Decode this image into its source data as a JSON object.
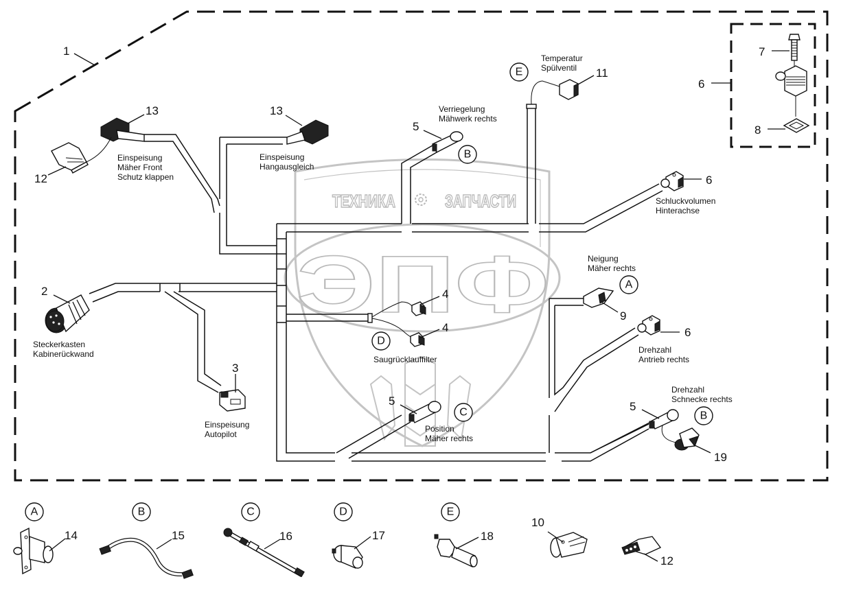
{
  "diagram": {
    "title_ref": "1",
    "watermark": {
      "top_left": "ТЕХНИКА",
      "top_right": "ЗАПЧАСТИ",
      "big": "ЭПФ",
      "color": "#b9b9b9"
    },
    "callouts": [
      {
        "id": "c1",
        "num": "1"
      },
      {
        "id": "c13a",
        "num": "13"
      },
      {
        "id": "c12a",
        "num": "12"
      },
      {
        "id": "c13b",
        "num": "13"
      },
      {
        "id": "c5a",
        "num": "5"
      },
      {
        "id": "c11",
        "num": "11"
      },
      {
        "id": "c7",
        "num": "7"
      },
      {
        "id": "c6box",
        "num": "6"
      },
      {
        "id": "c8",
        "num": "8"
      },
      {
        "id": "c6a",
        "num": "6"
      },
      {
        "id": "c2",
        "num": "2"
      },
      {
        "id": "c3",
        "num": "3"
      },
      {
        "id": "c4a",
        "num": "4"
      },
      {
        "id": "c4b",
        "num": "4"
      },
      {
        "id": "c9",
        "num": "9"
      },
      {
        "id": "c6b",
        "num": "6"
      },
      {
        "id": "c5b",
        "num": "5"
      },
      {
        "id": "c5c",
        "num": "5"
      },
      {
        "id": "c19",
        "num": "19"
      }
    ],
    "labels": {
      "front_1": "Einspeisung",
      "front_2": "Mäher Front",
      "front_3": "Schutz klappen",
      "hang_1": "Einspeisung",
      "hang_2": "Hangausgleich",
      "verr_1": "Verriegelung",
      "verr_2": "Mähwerk rechts",
      "temp_1": "Temperatur",
      "temp_2": "Spülventil",
      "schluck_1": "Schluckvolumen",
      "schluck_2": "Hinterachse",
      "stecker_1": "Steckerkasten",
      "stecker_2": "Kabinerückwand",
      "auto_1": "Einspeisung",
      "auto_2": "Autopilot",
      "neig_1": "Neigung",
      "neig_2": "Mäher rechts",
      "saug": "Saugrücklauffilter",
      "antrieb_1": "Drehzahl",
      "antrieb_2": "Antrieb rechts",
      "pos_1": "Position",
      "pos_2": "Mäher rechts",
      "schnecke_1": "Drehzahl",
      "schnecke_2": "Schnecke rechts"
    },
    "variant_markers": {
      "E_top": "E",
      "B_top": "B",
      "A_right": "A",
      "D_mid": "D",
      "C_mid": "C",
      "B_right": "B"
    },
    "legend": [
      {
        "variant": "A",
        "part": "14"
      },
      {
        "variant": "B",
        "part": "15"
      },
      {
        "variant": "C",
        "part": "16"
      },
      {
        "variant": "D",
        "part": "17"
      },
      {
        "variant": "E",
        "part": "18"
      },
      {
        "variant": "",
        "part": "10"
      },
      {
        "variant": "",
        "part": "12"
      }
    ]
  }
}
